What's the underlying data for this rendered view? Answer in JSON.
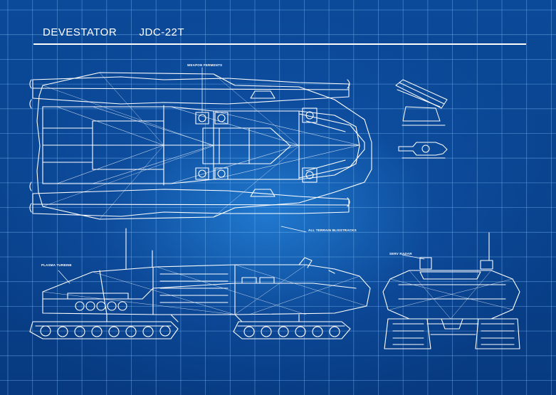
{
  "title": {
    "name": "DEVESTATOR",
    "model": "JDC-22T"
  },
  "annotations": {
    "weapon_ferments": "WEAPON FERMENTS",
    "all_terrain_blisstracks": "ALL TERRAIN BLISSTRACKS",
    "plasma_turbine": "PLASMA TURBINE",
    "serv_radar": "SERV RADAR"
  },
  "colors": {
    "background": "#0b4a99",
    "glow": "#3aa0f0",
    "grid": "#6fb0ee",
    "line": "#ffffff"
  }
}
